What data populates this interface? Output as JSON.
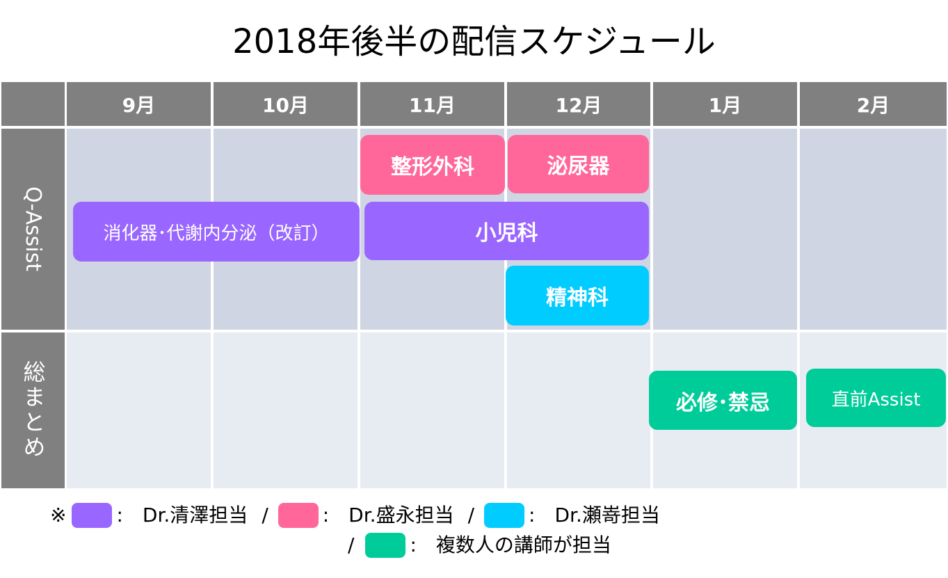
{
  "title": "2018年後半の配信スケジュール",
  "colors": {
    "purple": "#9966ff",
    "pink": "#ff6699",
    "cyan": "#00ccff",
    "green": "#00cc99",
    "header": "#808080",
    "q_row": "#cfd5e3",
    "s_row": "#e7ebf2"
  },
  "months": [
    "9月",
    "10月",
    "11月",
    "12月",
    "1月",
    "2月"
  ],
  "rows": {
    "q_assist": "Q-Assist",
    "summary": "総まとめ"
  },
  "bars": {
    "orthopedics": "整形外科",
    "urology": "泌尿器",
    "digestive": "消化器･代謝内分泌（改訂）",
    "pediatrics": "小児科",
    "psychiatry": "精神科",
    "required": "必修･禁忌",
    "final_assist": "直前Assist"
  },
  "legend": {
    "mark": "※",
    "purple_label": ":　Dr.清澤担当",
    "pink_label": ":　Dr.盛永担当",
    "cyan_label": ":　Dr.瀬嵜担当",
    "green_label": ":　複数人の講師が担当",
    "separator": "/"
  }
}
